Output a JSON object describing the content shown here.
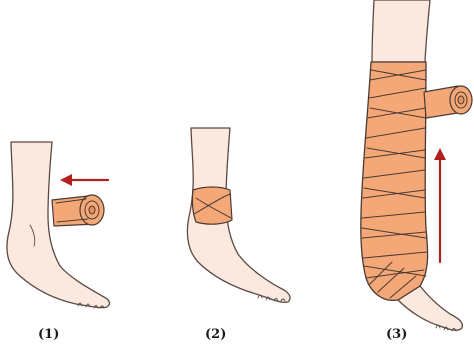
{
  "steps": [
    {
      "label": "(1)",
      "arrow_direction": "left"
    },
    {
      "label": "(2)"
    },
    {
      "label": "(3)",
      "arrow_direction": "up"
    }
  ],
  "colors": {
    "skin": "#fbe9df",
    "skin_line": "#5a4a44",
    "bandage": "#f4a877",
    "bandage_line": "#4a3a34",
    "arrow": "#b0201e"
  }
}
